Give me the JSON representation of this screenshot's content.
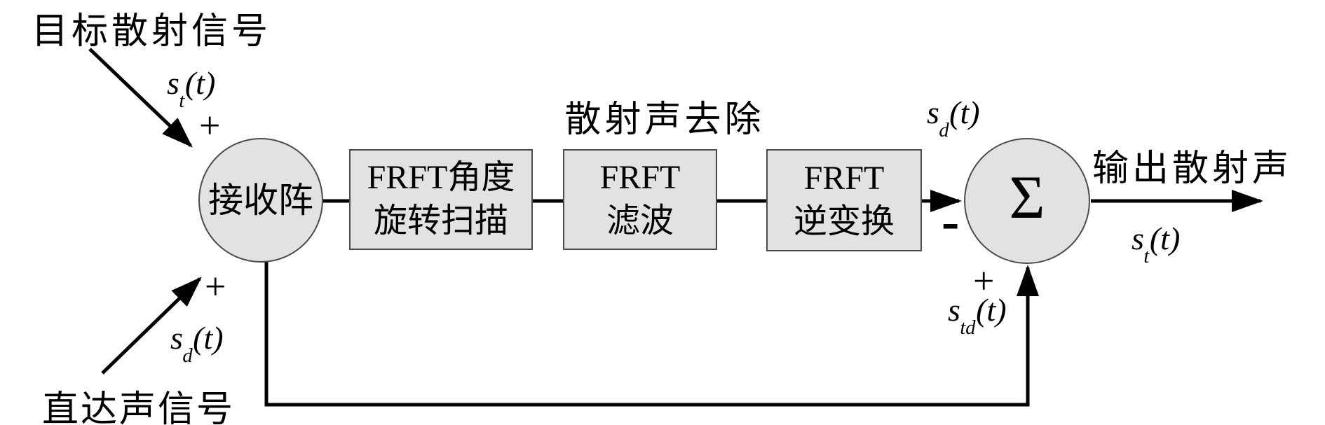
{
  "colors": {
    "node-fill": "#e2e2e2",
    "node-border": "#4a4a4a",
    "line": "#000000",
    "text": "#000000",
    "bg": "#ffffff"
  },
  "nodes": {
    "receive": {
      "label": "接收阵"
    },
    "frft_scan": {
      "line1": "FRFT角度",
      "line2": "旋转扫描"
    },
    "frft_filter": {
      "line1": "FRFT",
      "line2": "滤波"
    },
    "frft_inverse": {
      "line1": "FRFT",
      "line2": "逆变换"
    },
    "sum": {
      "symbol": "Σ"
    }
  },
  "labels": {
    "target_signal": "目标散射信号",
    "direct_signal": "直达声信号",
    "removal_title": "散射声去除",
    "output_signal": "输出散射声",
    "plus_target": "+",
    "plus_direct": "+",
    "plus_feedback": "+",
    "minus_input": "-"
  },
  "math": {
    "st_in": {
      "base": "s",
      "sub": "t",
      "args": "(t)"
    },
    "sd_in": {
      "base": "s",
      "sub": "d",
      "args": "(t)"
    },
    "sd_top": {
      "base": "s",
      "sub": "d",
      "args": "(t)"
    },
    "st_out": {
      "base": "s",
      "sub": "t",
      "args": "(t)"
    },
    "std_fb": {
      "base": "s",
      "sub": "td",
      "args": "(t)"
    }
  }
}
